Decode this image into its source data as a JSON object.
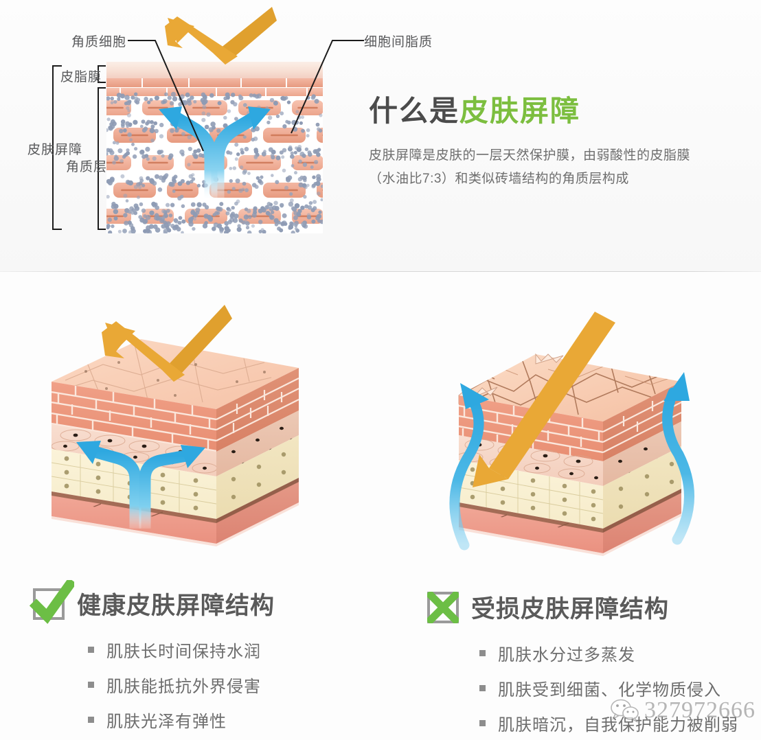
{
  "top": {
    "labels": {
      "corneocyte": "角质细胞",
      "intercellular_lipid": "细胞间脂质",
      "sebum_film": "皮脂膜",
      "skin_barrier": "皮肤屏障",
      "stratum_corneum": "角质层"
    },
    "headline_prefix": "什么是",
    "headline_highlight": "皮肤屏障",
    "body_line1": "皮肤屏障是皮肤的一层天然保护膜，由弱酸性的皮脂膜",
    "body_line2": "（水油比7:3）和类似砖墙结构的角质层构成"
  },
  "bottom": {
    "healthy": {
      "mark_icon": "check-icon",
      "title": "健康皮肤屏障结构",
      "bullets": [
        "肌肤长时间保持水润",
        "肌肤能抵抗外界侵害",
        "肌肤光泽有弹性"
      ]
    },
    "damaged": {
      "mark_icon": "cross-icon",
      "title": "受损皮肤屏障结构",
      "bullets": [
        "肌肤水分过多蒸发",
        "肌肤受到细菌、化学物质侵入",
        "肌肤暗沉，自我保护能力被削弱"
      ]
    }
  },
  "watermark": {
    "icon": "wechat-icon",
    "text": "327972666"
  },
  "colors": {
    "green": "#7cbe3f",
    "orange": "#e8a033",
    "blue": "#35aee2",
    "gray_text": "#6d6d6d",
    "dark_text": "#4b4b4b",
    "brick": "#eda78f",
    "lipid": "#8e9bb4"
  }
}
